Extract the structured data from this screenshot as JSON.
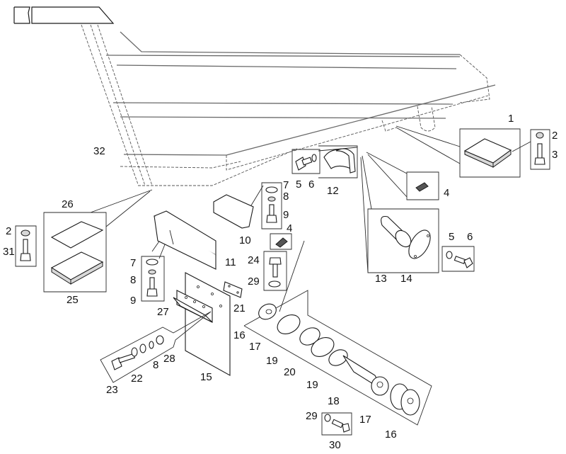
{
  "diagram": {
    "type": "exploded-parts-diagram",
    "subject": "underbody shield / skid plate assembly with mounting hardware",
    "callouts": [
      {
        "id": "c1",
        "number": "1"
      },
      {
        "id": "c2a",
        "number": "2"
      },
      {
        "id": "c3",
        "number": "3"
      },
      {
        "id": "c4a",
        "number": "4"
      },
      {
        "id": "c5a",
        "number": "5"
      },
      {
        "id": "c6a",
        "number": "6"
      },
      {
        "id": "c12",
        "number": "12"
      },
      {
        "id": "c32",
        "number": "32"
      },
      {
        "id": "c7a",
        "number": "7"
      },
      {
        "id": "c8a",
        "number": "8"
      },
      {
        "id": "c9a",
        "number": "9"
      },
      {
        "id": "c10",
        "number": "10"
      },
      {
        "id": "c4b",
        "number": "4"
      },
      {
        "id": "c24",
        "number": "24"
      },
      {
        "id": "c29a",
        "number": "29"
      },
      {
        "id": "c26",
        "number": "26"
      },
      {
        "id": "c2b",
        "number": "2"
      },
      {
        "id": "c31",
        "number": "31"
      },
      {
        "id": "c25",
        "number": "25"
      },
      {
        "id": "c7b",
        "number": "7"
      },
      {
        "id": "c8b",
        "number": "8"
      },
      {
        "id": "c9b",
        "number": "9"
      },
      {
        "id": "c11",
        "number": "11"
      },
      {
        "id": "c13",
        "number": "13"
      },
      {
        "id": "c14",
        "number": "14"
      },
      {
        "id": "c5b",
        "number": "5"
      },
      {
        "id": "c6b",
        "number": "6"
      },
      {
        "id": "c27",
        "number": "27"
      },
      {
        "id": "c21",
        "number": "21"
      },
      {
        "id": "c16a",
        "number": "16"
      },
      {
        "id": "c17a",
        "number": "17"
      },
      {
        "id": "c19a",
        "number": "19"
      },
      {
        "id": "c20",
        "number": "20"
      },
      {
        "id": "c19b",
        "number": "19"
      },
      {
        "id": "c18",
        "number": "18"
      },
      {
        "id": "c17b",
        "number": "17"
      },
      {
        "id": "c16b",
        "number": "16"
      },
      {
        "id": "c29b",
        "number": "29"
      },
      {
        "id": "c30",
        "number": "30"
      },
      {
        "id": "c23",
        "number": "23"
      },
      {
        "id": "c22",
        "number": "22"
      },
      {
        "id": "c8c",
        "number": "8"
      },
      {
        "id": "c28",
        "number": "28"
      },
      {
        "id": "c15",
        "number": "15"
      }
    ]
  }
}
